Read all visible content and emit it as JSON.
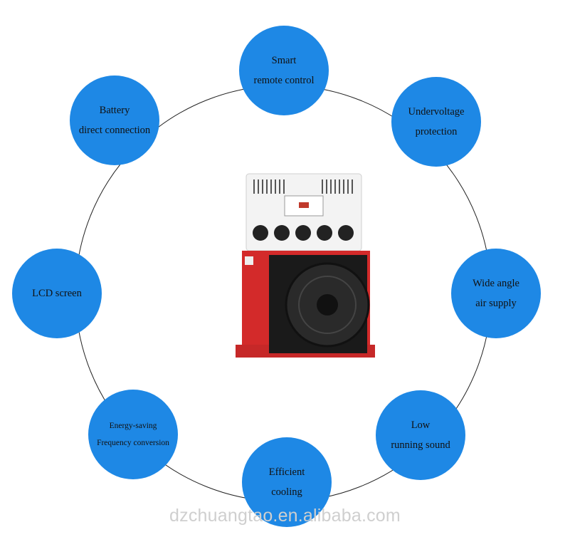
{
  "features": [
    {
      "id": "smart-remote",
      "lines": [
        "Smart",
        "remote control"
      ]
    },
    {
      "id": "undervoltage",
      "lines": [
        "Undervoltage",
        "protection"
      ]
    },
    {
      "id": "wide-angle",
      "lines": [
        "Wide angle",
        "air supply"
      ]
    },
    {
      "id": "low-sound",
      "lines": [
        "Low",
        "running sound"
      ]
    },
    {
      "id": "efficient-cooling",
      "lines": [
        "Efficient",
        "cooling"
      ]
    },
    {
      "id": "energy-saving",
      "lines": [
        "Energy-saving",
        "Frequency conversion"
      ]
    },
    {
      "id": "lcd-screen",
      "lines": [
        "LCD screen"
      ]
    },
    {
      "id": "battery",
      "lines": [
        "Battery",
        "direct connection"
      ]
    }
  ],
  "watermark": "dzchuangtao.en.alibaba.com",
  "colors": {
    "bubble": "#1e88e5",
    "ring": "#222222",
    "unit_red": "#d32a2a",
    "unit_white": "#f2f2f2"
  }
}
